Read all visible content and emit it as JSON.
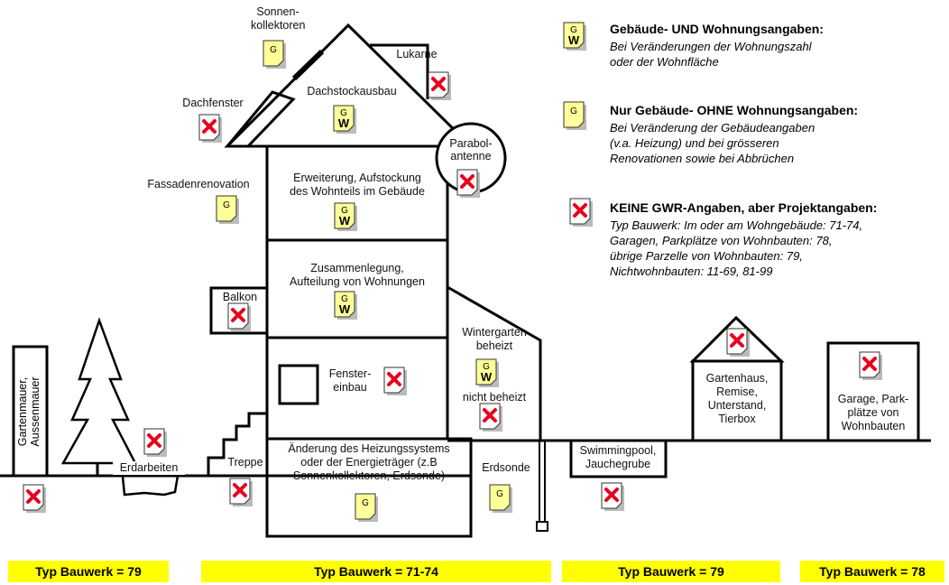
{
  "legend": {
    "gw": {
      "icon": "g-w-form-icon",
      "title": "Gebäude- UND Wohnungsangaben:",
      "desc": [
        "Bei Veränderungen der Wohnungszahl",
        "oder der Wohnfläche"
      ]
    },
    "g": {
      "icon": "g-form-icon",
      "title": "Nur Gebäude- OHNE Wohnungsangaben:",
      "desc": [
        "Bei Veränderung der Gebäudeangaben",
        "(v.a. Heizung) und bei grösseren",
        "Renovationen sowie bei Abbrüchen"
      ]
    },
    "x": {
      "icon": "red-x-form-icon",
      "title": "KEINE GWR-Angaben, aber Projektangaben:",
      "desc": [
        "Typ Bauwerk: Im oder am Wohngebäude: 71-74,",
        "Garagen, Parkplätze von Wohnbauten: 78,",
        "übrige Parzelle von Wohnbauten: 79,",
        "Nichtwohnbauten: 11-69, 81-99"
      ]
    }
  },
  "labels": {
    "sonnenkollektoren": [
      "Sonnen-",
      "kollektoren"
    ],
    "lukarne": "Lukarne",
    "dachstockausbau": "Dachstockausbau",
    "dachfenster": "Dachfenster",
    "parabolantenne": [
      "Parabol-",
      "antenne"
    ],
    "fassadenrenovation": "Fassadenrenovation",
    "erweiterung": [
      "Erweiterung, Aufstockung",
      "des Wohnteils im Gebäude"
    ],
    "zusammenlegung": [
      "Zusammenlegung,",
      "Aufteilung von Wohnungen"
    ],
    "balkon": "Balkon",
    "wintergarten_beheizt": [
      "Wintergarten",
      "beheizt"
    ],
    "nicht_beheizt": "nicht beheizt",
    "fenstereinbau": [
      "Fenster-",
      "einbau"
    ],
    "gartenmauer": [
      "Gartenmauer,",
      "Aussenmauer"
    ],
    "erdarbeiten": "Erdarbeiten",
    "treppe": "Treppe",
    "heizung": [
      "Änderung des Heizungssystems",
      "oder der Energieträger (z.B",
      "Sonnenkollektoren, Erdsonde)"
    ],
    "erdsonde": "Erdsonde",
    "swimmingpool": [
      "Swimmingpool,",
      "Jauchegrube"
    ],
    "gartenhaus": [
      "Gartenhaus,",
      "Remise,",
      "Unterstand,",
      "Tierbox"
    ],
    "garage": [
      "Garage, Park-",
      "plätze von",
      "Wohnbauten"
    ]
  },
  "form_letters": {
    "g": "G",
    "w": "W"
  },
  "bars": [
    "Typ Bauwerk = 79",
    "Typ Bauwerk = 71-74",
    "Typ Bauwerk = 79",
    "Typ Bauwerk = 78"
  ],
  "colors": {
    "bar": "#ffff00",
    "form": "#ffff99",
    "x": "#e8001c"
  }
}
